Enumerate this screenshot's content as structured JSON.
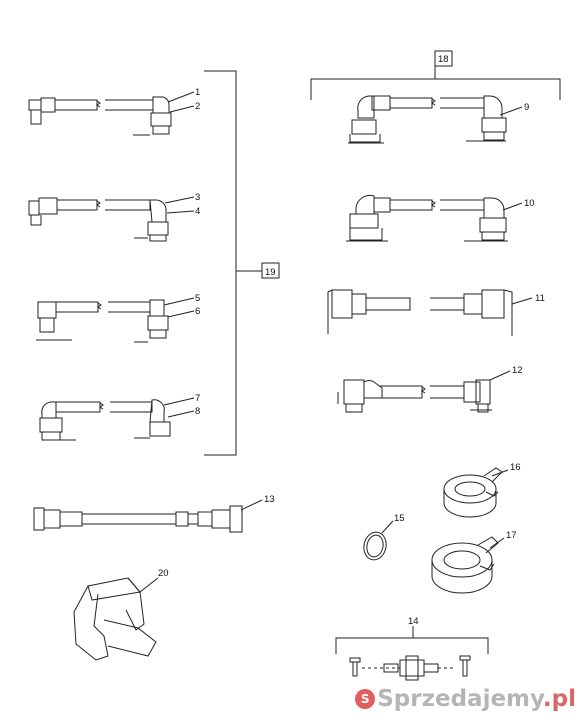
{
  "callouts": {
    "c1": "1",
    "c2": "2",
    "c3": "3",
    "c4": "4",
    "c5": "5",
    "c6": "6",
    "c7": "7",
    "c8": "8",
    "c9": "9",
    "c10": "10",
    "c11": "11",
    "c12": "12",
    "c13": "13",
    "c14": "14",
    "c15": "15",
    "c16": "16",
    "c17": "17",
    "c18": "18",
    "c19": "19",
    "c20": "20"
  },
  "watermark": {
    "text": "Sprzedajemy",
    "suffix": ".pl"
  },
  "colors": {
    "line": "#222222",
    "stroke_light": "#444444",
    "watermark_red": "#d62828"
  }
}
